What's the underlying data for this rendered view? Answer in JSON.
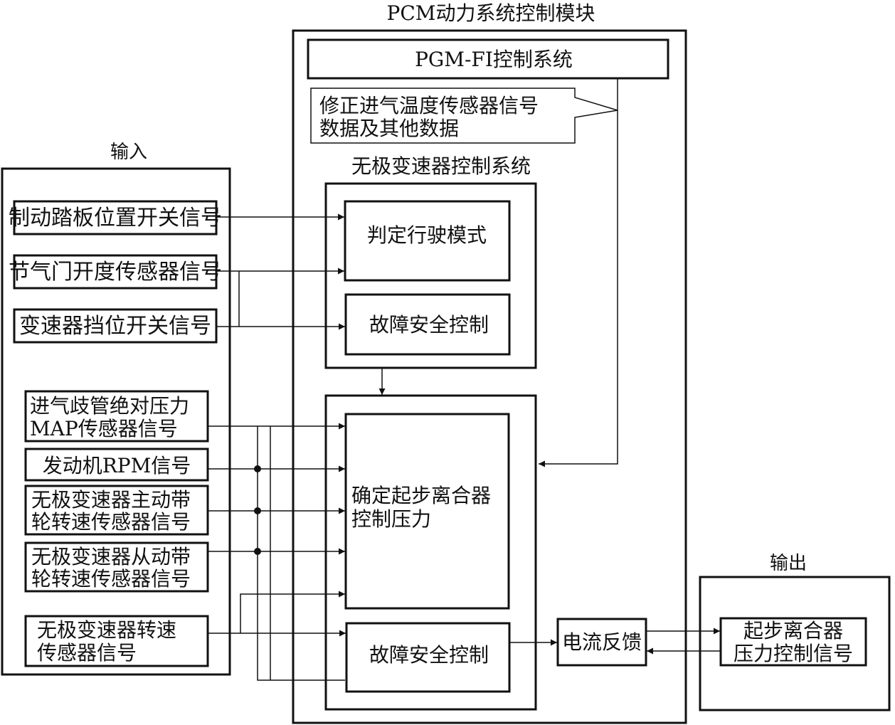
{
  "pcm_module": {
    "title": "PCM动力系统控制模块",
    "pgm_fi": "PGM-FI控制系统",
    "callout": [
      "修正进气温度传感器信号",
      "数据及其他数据"
    ],
    "cvt_system": {
      "title": "无极变速器控制系统",
      "judge_mode": "判定行驶模式",
      "fail_safe": "故障安全控制"
    },
    "clutch": {
      "determine_pressure": [
        "确定起步离合器",
        "控制压力"
      ],
      "fail_safe": "故障安全控制"
    },
    "current_feedback": "电流反馈"
  },
  "inputs": {
    "title": "输入",
    "brake_switch": "制动踏板位置开关信号",
    "throttle_sensor": "节气门开度传感器信号",
    "gear_switch": "变速器挡位开关信号",
    "map_sensor": [
      "进气歧管绝对压力",
      "MAP传感器信号"
    ],
    "engine_rpm": "发动机RPM信号",
    "drive_pulley": [
      "无极变速器主动带",
      "轮转速传感器信号"
    ],
    "driven_pulley": [
      "无极变速器从动带",
      "轮转速传感器信号"
    ],
    "speed_sensor": [
      "无极变速器转速",
      "传感器信号"
    ]
  },
  "outputs": {
    "title": "输出",
    "clutch_signal": [
      "起步离合器",
      "压力控制信号"
    ]
  }
}
